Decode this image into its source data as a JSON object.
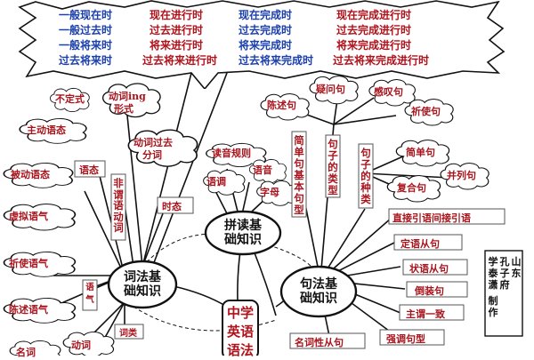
{
  "banner": {
    "rows": [
      [
        "一般现在时",
        "现在进行时",
        "现在完成时",
        "现在完成进行时"
      ],
      [
        "一般过去时",
        "过去进行时",
        "过去完成时",
        "过去完成进行时"
      ],
      [
        "一般将来时",
        "将来进行时",
        "将来完成时",
        "将来完成进行时"
      ],
      [
        "过去将来时",
        "过去将来进行时",
        "过去将来完成时",
        "过去将来完成进行时"
      ]
    ]
  },
  "center": {
    "title_lines": [
      "中学",
      "英语",
      "语法"
    ]
  },
  "hubs": {
    "pinyin": [
      "拼读基",
      "础知识"
    ],
    "cifa": [
      "词法基",
      "础知识"
    ],
    "jufa": [
      "句法基",
      "础知识"
    ]
  },
  "labels": {
    "budingshi": "不定式",
    "dongci_ing": "动词ing",
    "xingshi": "形式",
    "zhudong": "主动语态",
    "guoqufenci_1": "动词过去",
    "guoqufenci_2": "分词",
    "beidong": "被动语态",
    "yutai": "语态",
    "xuni": "虚拟语气",
    "qishi": "祈使语气",
    "chenshu_yuqi": "陈述语气",
    "shitai": "时态",
    "yuqi": "语气",
    "cilei": "词类",
    "mingci": "名词",
    "dongci": "动词",
    "duyin": "读音规则",
    "yudiao": "语调",
    "yuyin": "语音",
    "zimu": "字母",
    "chenshuju": "陈述句",
    "yiwenju": "疑问句",
    "gantanju": "感叹句",
    "qishiju": "祈使句",
    "jiandanju": "简单句",
    "binglieju": "并列句",
    "fuheju": "复合句",
    "zhijie": "直接引语间接引语",
    "dingyu": "定语从句",
    "zhuangyu": "状语从句",
    "daozhuang": "倒装句",
    "zhuwei": "主谓一致",
    "qiangdiao": "强调句型",
    "mingcixing": "名词性从句"
  },
  "vertical": {
    "feiwei": "非谓语动词",
    "jiandanju_jiben": "简单句基本句型",
    "juzi_leixing": "句子的类型",
    "juzi_zhonglei": "句子的种类"
  },
  "credit": [
    "山东",
    "孔子府",
    "学泰潇",
    "制作"
  ]
}
